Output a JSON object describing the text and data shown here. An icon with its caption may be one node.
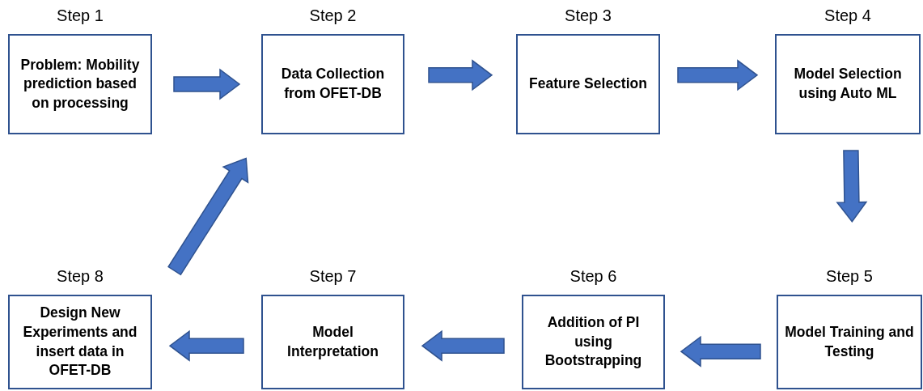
{
  "diagram": {
    "nodes": [
      {
        "text": [
          "Problem: Mobility prediction based on processing"
        ],
        "beside": [
          "Step 1"
        ]
      },
      {
        "text": [
          "Data Collection from OFET-DB"
        ],
        "beside": [
          "Step 2"
        ]
      },
      {
        "text": [
          "Feature Selection"
        ],
        "beside": [
          "Step 3"
        ]
      },
      {
        "text": [
          "Model Selection using Auto ML"
        ],
        "beside": [
          "Step 4"
        ]
      },
      {
        "text": [
          "Model Training and Testing"
        ],
        "beside": [
          "Step 5"
        ]
      },
      {
        "text": [
          "Addition of PI using Bootstrapping"
        ],
        "beside": [
          "Step 6"
        ]
      },
      {
        "text": [
          "Model Interpretation"
        ],
        "beside": [
          "Step 7"
        ]
      },
      {
        "text": [
          "Design New Experiments and insert data in OFET-DB"
        ],
        "beside": [
          "Step 8"
        ]
      }
    ],
    "edges": [
      {
        "from": 0,
        "to": 1,
        "arrow": "to"
      },
      {
        "from": 1,
        "to": 2,
        "arrow": "to"
      },
      {
        "from": 2,
        "to": 3,
        "arrow": "to"
      },
      {
        "from": 3,
        "to": 4,
        "arrow": "to"
      },
      {
        "from": 4,
        "to": 5,
        "arrow": "to"
      },
      {
        "from": 5,
        "to": 6,
        "arrow": "to"
      },
      {
        "from": 6,
        "to": 7,
        "arrow": "to"
      },
      {
        "from": 7,
        "to": 1,
        "arrow": "to"
      }
    ]
  }
}
